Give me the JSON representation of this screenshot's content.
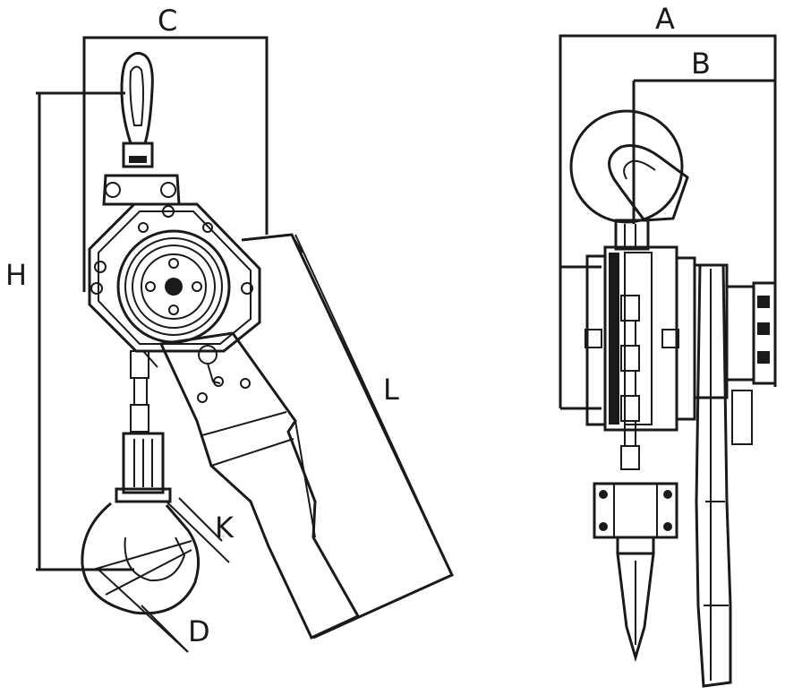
{
  "labels": {
    "C": "C",
    "H": "H",
    "L": "L",
    "K": "K",
    "D": "D",
    "A": "A",
    "B": "B"
  }
}
